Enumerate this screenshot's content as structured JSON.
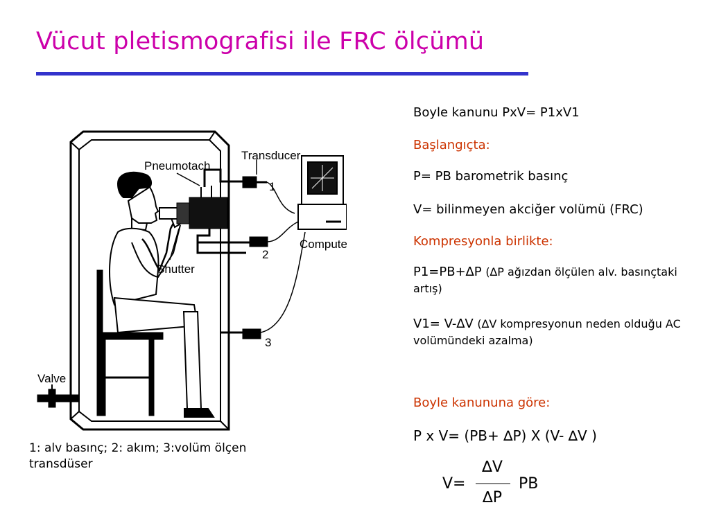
{
  "title": "Vücut pletismografisi ile FRC ölçümü",
  "figure": {
    "labels": {
      "pneumotach": "Pneumotach",
      "transducer": "Transducer",
      "computer": "Computer",
      "shutter": "Shutter",
      "valve": "Valve",
      "n1": "1",
      "n2": "2",
      "n3": "3"
    }
  },
  "caption": "1: alv basınç; 2: akım; 3:volüm ölçen transdüser",
  "right": {
    "boyle": "Boyle kanunu PxV= P1xV1",
    "baslangicta": "Başlangıçta:",
    "p_def": "P= PB barometrik basınç",
    "v_def": "V= bilinmeyen akciğer volümü (FRC)",
    "kompresyon": "Kompresyonla birlikte:",
    "p1_main": "P1=PB+∆P",
    "p1_note": "(∆P ağızdan ölçülen alv. basınçtaki artış)",
    "v1_main": "V1= V-∆V",
    "v1_note": "(∆V kompresyonun neden olduğu AC volümündeki azalma)",
    "boyle_gore": "Boyle kanununa göre:",
    "equation": "P x V= (PB+ ∆P) X (V- ∆V )",
    "frac_v": "V=",
    "frac_num": "∆V",
    "frac_den": "∆P",
    "frac_pb": "PB"
  },
  "colors": {
    "title": "#cc00aa",
    "rule": "#3333cc",
    "heading_red": "#cc3300"
  }
}
